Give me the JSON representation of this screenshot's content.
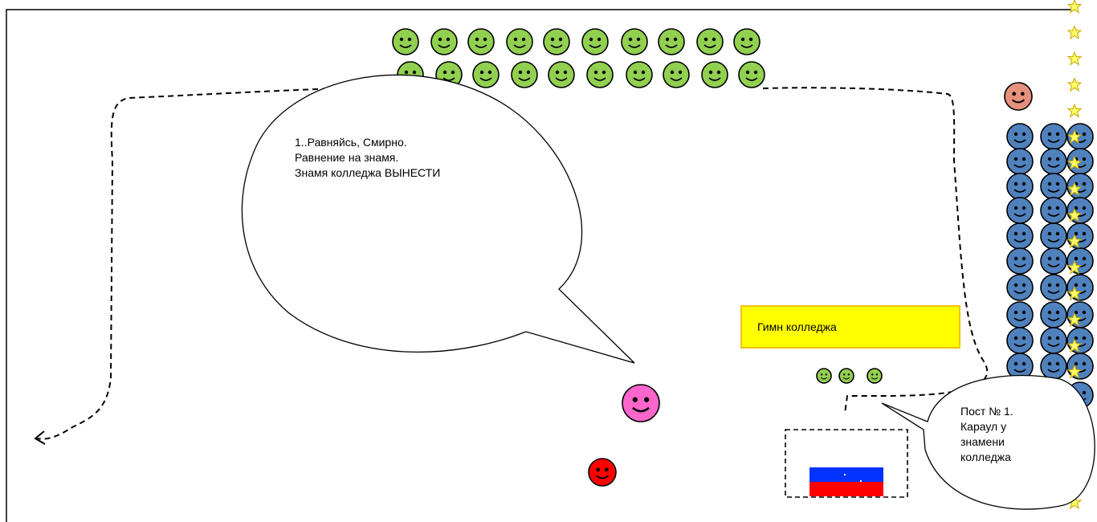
{
  "speech_command": "1..Равняйсь, Смирно.\nРавнение на знамя.\nЗнамя колледжа ВЫНЕСТИ",
  "anthem_label": "Гимн колледжа",
  "speech_post": "Пост № 1.\nКараул  у\nзнамени\nколледжа",
  "colors": {
    "green_smiley": "#92d050",
    "blue_smiley": "#4f81bd",
    "pink_smiley": "#ff66cc",
    "salmon_smiley": "#e6907e",
    "red_smiley": "#ff0000",
    "star": "#ffff66",
    "anthem_box": "#ffff00",
    "flag_top": "#0033ff",
    "flag_bottom": "#ff0000"
  }
}
